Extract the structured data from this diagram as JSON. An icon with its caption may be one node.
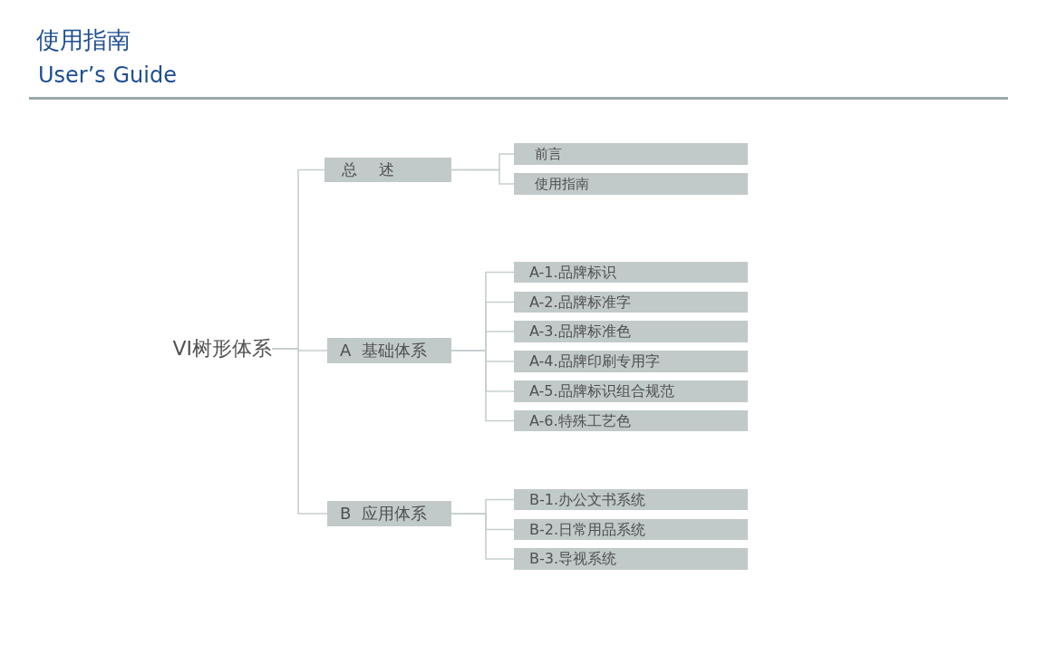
{
  "diagram": {
    "title": "使用指南",
    "nodes": [
      {
        "text": [
          "VI树形体系"
        ]
      },
      {
        "text": [
          "总 述"
        ]
      },
      {
        "text": [
          "前言"
        ]
      },
      {
        "text": [
          "使用指南"
        ]
      },
      {
        "text": [
          "A 基础体系"
        ]
      },
      {
        "text": [
          "A-1.品牌标识"
        ]
      },
      {
        "text": [
          "A-2.品牌标准字"
        ]
      },
      {
        "text": [
          "A-3.品牌标准色"
        ]
      },
      {
        "text": [
          "A-4.品牌印刷专用字"
        ]
      },
      {
        "text": [
          "A-5.品牌标识组合规范"
        ]
      },
      {
        "text": [
          "A-6.特殊工艺色"
        ]
      },
      {
        "text": [
          "B 应用体系"
        ]
      },
      {
        "text": [
          "B-1.办公文书系统"
        ]
      },
      {
        "text": [
          "B-2.日常用品系统"
        ]
      },
      {
        "text": [
          "B-3.导视系统"
        ]
      }
    ],
    "edges": [
      {
        "from": 0,
        "to": 1,
        "arrow": "none"
      },
      {
        "from": 0,
        "to": 4,
        "arrow": "none"
      },
      {
        "from": 0,
        "to": 11,
        "arrow": "none"
      },
      {
        "from": 1,
        "to": 2,
        "arrow": "none"
      },
      {
        "from": 1,
        "to": 3,
        "arrow": "none"
      },
      {
        "from": 4,
        "to": 5,
        "arrow": "none"
      },
      {
        "from": 4,
        "to": 6,
        "arrow": "none"
      },
      {
        "from": 4,
        "to": 7,
        "arrow": "none"
      },
      {
        "from": 4,
        "to": 8,
        "arrow": "none"
      },
      {
        "from": 4,
        "to": 9,
        "arrow": "none"
      },
      {
        "from": 4,
        "to": 10,
        "arrow": "none"
      },
      {
        "from": 11,
        "to": 12,
        "arrow": "none"
      },
      {
        "from": 11,
        "to": 13,
        "arrow": "none"
      },
      {
        "from": 11,
        "to": 14,
        "arrow": "none"
      }
    ],
    "labels": [
      "User’s Guide"
    ]
  }
}
